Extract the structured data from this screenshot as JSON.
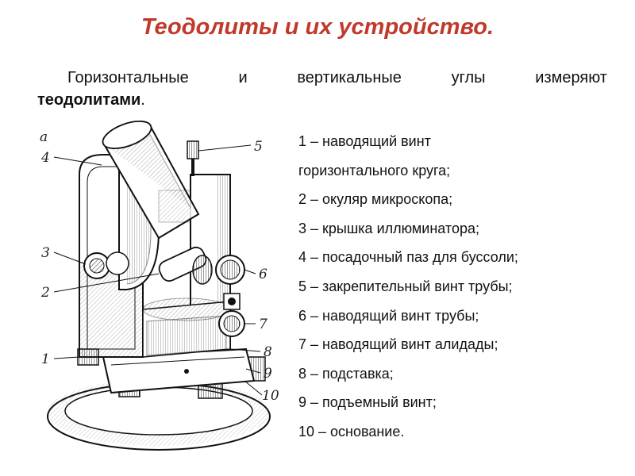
{
  "title": "Теодолиты и их устройство.",
  "intro": {
    "words_line1": [
      "Горизонтальные",
      "и",
      "вертикальные",
      "углы",
      "измеряют"
    ],
    "bold": "теодолитами",
    "tail": "."
  },
  "legend": [
    "1 – наводящий винт",
    "горизонтального круга;",
    "2 – окуляр микроскопа;",
    "3 – крышка иллюминатора;",
    "4 – посадочный паз для буссоли;",
    "5 – закрепительный винт трубы;",
    "6 – наводящий винт трубы;",
    "7 – наводящий винт алидады;",
    "8 – подставка;",
    "9 – подъемный винт;",
    "10 – основание."
  ],
  "figure": {
    "letter": "а",
    "callouts": [
      "1",
      "2",
      "3",
      "4",
      "5",
      "6",
      "7",
      "8",
      "9",
      "10"
    ]
  },
  "colors": {
    "title": "#c0392b"
  }
}
